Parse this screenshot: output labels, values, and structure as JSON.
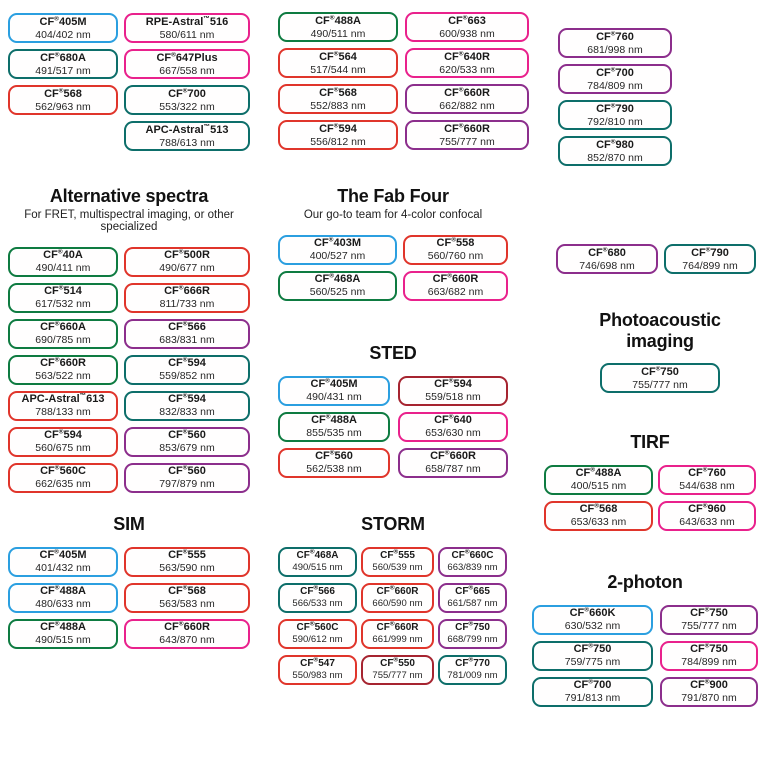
{
  "palette": {
    "blue": "#2B9FE0",
    "green": "#0E7B41",
    "teal": "#0D6E6A",
    "red": "#E0352B",
    "darkred": "#A62430",
    "pink": "#E9218C",
    "purple": "#8C2E8C"
  },
  "sections": [
    {
      "columns": [
        {
          "pills": [
            {
              "name": "CF®405M",
              "value": "404/402 nm",
              "color": "blue"
            },
            {
              "name": "CF®680A",
              "value": "491/517 nm",
              "color": "teal"
            },
            {
              "name": "CF®568",
              "value": "562/963 nm",
              "color": "red"
            }
          ]
        },
        {
          "pills": [
            {
              "name": "RPE-Astral™516",
              "value": "580/611 nm",
              "color": "pink"
            },
            {
              "name": "CF®647Plus",
              "value": "667/558 nm",
              "color": "pink"
            },
            {
              "name": "CF®700",
              "value": "553/322 nm",
              "color": "teal"
            },
            {
              "name": "APC-Astral™513",
              "value": "788/613 nm",
              "color": "teal"
            }
          ]
        }
      ]
    },
    {
      "columns": [
        {
          "pills": [
            {
              "name": "CF®488A",
              "value": "490/511 nm",
              "color": "green"
            },
            {
              "name": "CF®564",
              "value": "517/544 nm",
              "color": "red"
            },
            {
              "name": "CF®568",
              "value": "552/883 nm",
              "color": "red"
            },
            {
              "name": "CF®594",
              "value": "556/812 nm",
              "color": "red"
            }
          ]
        },
        {
          "pills": [
            {
              "name": "CF®663",
              "value": "600/938 nm",
              "color": "pink"
            },
            {
              "name": "CF®640R",
              "value": "620/533 nm",
              "color": "pink"
            },
            {
              "name": "CF®660R",
              "value": "662/882 nm",
              "color": "purple"
            },
            {
              "name": "CF®660R",
              "value": "755/777 nm",
              "color": "purple"
            }
          ]
        }
      ]
    },
    {
      "columns": [
        {
          "pills": [
            {
              "name": "CF®760",
              "value": "681/998 nm",
              "color": "purple"
            },
            {
              "name": "CF®700",
              "value": "784/809 nm",
              "color": "purple"
            },
            {
              "name": "CF®790",
              "value": "792/810 nm",
              "color": "teal"
            },
            {
              "name": "CF®980",
              "value": "852/870 nm",
              "color": "teal"
            }
          ]
        }
      ]
    },
    {
      "title": "Alternative spectra",
      "subtitle": "For FRET, multispectral imaging, or other specialized",
      "columns": [
        {
          "pills": [
            {
              "name": "CF®40A",
              "value": "490/411 nm",
              "color": "green"
            },
            {
              "name": "CF®514",
              "value": "617/532 nm",
              "color": "green"
            },
            {
              "name": "CF®660A",
              "value": "690/785 nm",
              "color": "green"
            },
            {
              "name": "CF®660R",
              "value": "563/522 nm",
              "color": "green"
            },
            {
              "name": "APC-Astral™613",
              "value": "788/133 nm",
              "color": "red"
            },
            {
              "name": "CF®594",
              "value": "560/675 nm",
              "color": "red"
            },
            {
              "name": "CF®560C",
              "value": "662/635 nm",
              "color": "red"
            }
          ]
        },
        {
          "pills": [
            {
              "name": "CF®500R",
              "value": "490/677 nm",
              "color": "red"
            },
            {
              "name": "CF®666R",
              "value": "811/733 nm",
              "color": "red"
            },
            {
              "name": "CF®566",
              "value": "683/831 nm",
              "color": "purple"
            },
            {
              "name": "CF®594",
              "value": "559/852 nm",
              "color": "teal"
            },
            {
              "name": "CF®594",
              "value": "832/833 nm",
              "color": "teal"
            },
            {
              "name": "CF®560",
              "value": "853/679 nm",
              "color": "purple"
            },
            {
              "name": "CF®560",
              "value": "797/879 nm",
              "color": "purple"
            }
          ]
        }
      ]
    },
    {
      "title": "The Fab Four",
      "subtitle": "Our go-to team for 4-color confocal",
      "columns": [
        {
          "pills": [
            {
              "name": "CF®403M",
              "value": "400/527 nm",
              "color": "blue"
            },
            {
              "name": "CF®468A",
              "value": "560/525 nm",
              "color": "green"
            }
          ]
        },
        {
          "pills": [
            {
              "name": "CF®558",
              "value": "560/760 nm",
              "color": "red"
            },
            {
              "name": "CF®660R",
              "value": "663/682 nm",
              "color": "pink"
            }
          ]
        }
      ]
    },
    {
      "columns": [
        {
          "pills": [
            {
              "name": "CF®680",
              "value": "746/698 nm",
              "color": "purple"
            }
          ]
        },
        {
          "pills": [
            {
              "name": "CF®790",
              "value": "764/899 nm",
              "color": "teal"
            }
          ]
        }
      ]
    },
    {
      "title": "Photoacoustic imaging",
      "columns": [
        {
          "pills": [
            {
              "name": "CF®750",
              "value": "755/777 nm",
              "color": "teal"
            }
          ]
        }
      ]
    },
    {
      "title": "STED",
      "columns": [
        {
          "pills": [
            {
              "name": "CF®405M",
              "value": "490/431 nm",
              "color": "blue"
            },
            {
              "name": "CF®488A",
              "value": "855/535 nm",
              "color": "green"
            },
            {
              "name": "CF®560",
              "value": "562/538 nm",
              "color": "red"
            }
          ]
        },
        {
          "pills": [
            {
              "name": "CF®594",
              "value": "559/518 nm",
              "color": "darkred"
            },
            {
              "name": "CF®640",
              "value": "653/630 nm",
              "color": "pink"
            },
            {
              "name": "CF®660R",
              "value": "658/787 nm",
              "color": "purple"
            }
          ]
        }
      ]
    },
    {
      "title": "TIRF",
      "columns": [
        {
          "pills": [
            {
              "name": "CF®488A",
              "value": "400/515 nm",
              "color": "green"
            },
            {
              "name": "CF®568",
              "value": "653/633 nm",
              "color": "red"
            }
          ]
        },
        {
          "pills": [
            {
              "name": "CF®760",
              "value": "544/638 nm",
              "color": "pink"
            },
            {
              "name": "CF®960",
              "value": "643/633 nm",
              "color": "pink"
            }
          ]
        }
      ]
    },
    {
      "title": "SIM",
      "columns": [
        {
          "pills": [
            {
              "name": "CF®405M",
              "value": "401/432 nm",
              "color": "blue"
            },
            {
              "name": "CF®488A",
              "value": "480/633 nm",
              "color": "blue"
            },
            {
              "name": "CF®488A",
              "value": "490/515 nm",
              "color": "green"
            }
          ]
        },
        {
          "pills": [
            {
              "name": "CF®555",
              "value": "563/590 nm",
              "color": "red"
            },
            {
              "name": "CF®568",
              "value": "563/583 nm",
              "color": "red"
            },
            {
              "name": "CF®660R",
              "value": "643/870 nm",
              "color": "pink"
            }
          ]
        }
      ]
    },
    {
      "title": "STORM",
      "columns": [
        {
          "pills": [
            {
              "name": "CF®468A",
              "value": "490/515 nm",
              "color": "teal"
            },
            {
              "name": "CF®566",
              "value": "566/533 nm",
              "color": "teal"
            },
            {
              "name": "CF®560C",
              "value": "590/612 nm",
              "color": "red"
            },
            {
              "name": "CF®547",
              "value": "550/983 nm",
              "color": "red"
            }
          ]
        },
        {
          "pills": [
            {
              "name": "CF®555",
              "value": "560/539 nm",
              "color": "red"
            },
            {
              "name": "CF®660R",
              "value": "660/590 nm",
              "color": "red"
            },
            {
              "name": "CF®660R",
              "value": "661/999 nm",
              "color": "red"
            },
            {
              "name": "CF®550",
              "value": "755/777 nm",
              "color": "darkred"
            }
          ]
        },
        {
          "pills": [
            {
              "name": "CF®660C",
              "value": "663/839 nm",
              "color": "purple"
            },
            {
              "name": "CF®665",
              "value": "661/587 nm",
              "color": "purple"
            },
            {
              "name": "CF®750",
              "value": "668/799 nm",
              "color": "purple"
            },
            {
              "name": "CF®770",
              "value": "781/009 nm",
              "color": "teal"
            }
          ]
        }
      ]
    },
    {
      "title": "2-photon",
      "columns": [
        {
          "pills": [
            {
              "name": "CF®660K",
              "value": "630/532 nm",
              "color": "blue"
            },
            {
              "name": "CF®750",
              "value": "759/775 nm",
              "color": "teal"
            },
            {
              "name": "CF®700",
              "value": "791/813 nm",
              "color": "teal"
            }
          ]
        },
        {
          "pills": [
            {
              "name": "CF®750",
              "value": "755/777 nm",
              "color": "purple"
            },
            {
              "name": "CF®750",
              "value": "784/899 nm",
              "color": "pink"
            },
            {
              "name": "CF®900",
              "value": "791/870 nm",
              "color": "purple"
            }
          ]
        }
      ]
    }
  ]
}
